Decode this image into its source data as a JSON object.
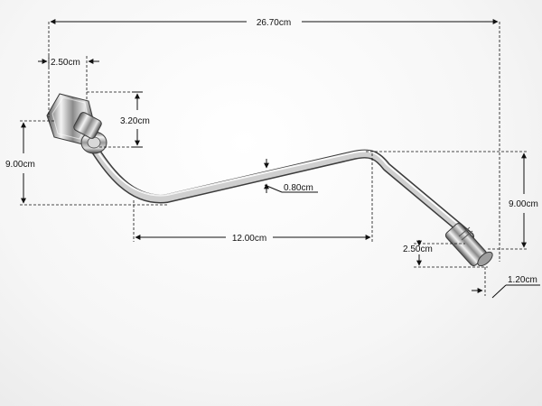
{
  "dimensions": {
    "overall_length": "26.70cm",
    "socket_top_width": "2.50cm",
    "socket_height": "3.20cm",
    "left_offset": "9.00cm",
    "rod_diameter": "0.80cm",
    "middle_span": "12.00cm",
    "right_offset": "9.00cm",
    "tip_length": "2.50cm",
    "tip_width": "1.20cm"
  },
  "colors": {
    "line": "#111111",
    "chrome_light": "#f4f4f4",
    "chrome_dark": "#6f6f6f"
  }
}
